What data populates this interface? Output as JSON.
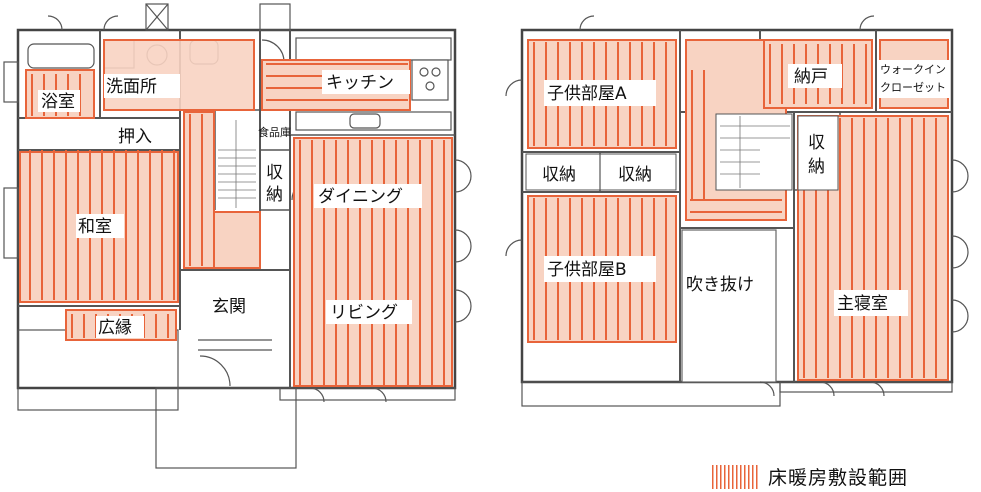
{
  "floor1": {
    "rooms": {
      "bath": "浴室",
      "washroom": "洗面所",
      "kitchen": "キッチン",
      "pantry": "食品庫",
      "closet": "押入",
      "storage_top": "収",
      "storage_bottom": "納",
      "dining": "ダイニング",
      "japanese_room": "和室",
      "entrance": "玄関",
      "living": "リビング",
      "veranda": "広縁"
    }
  },
  "floor2": {
    "rooms": {
      "child_room_a": "子供部屋A",
      "storage_1": "収納",
      "storage_2": "収納",
      "child_room_b": "子供部屋B",
      "atrium": "吹き抜け",
      "nando": "納戸",
      "walkin_line1": "ウォークイン",
      "walkin_line2": "クローゼット",
      "storage_v_top": "収",
      "storage_v_bottom": "納",
      "master_bedroom": "主寝室"
    }
  },
  "legend": {
    "label": "床暖房敷設範囲",
    "color": "#e8643a"
  }
}
